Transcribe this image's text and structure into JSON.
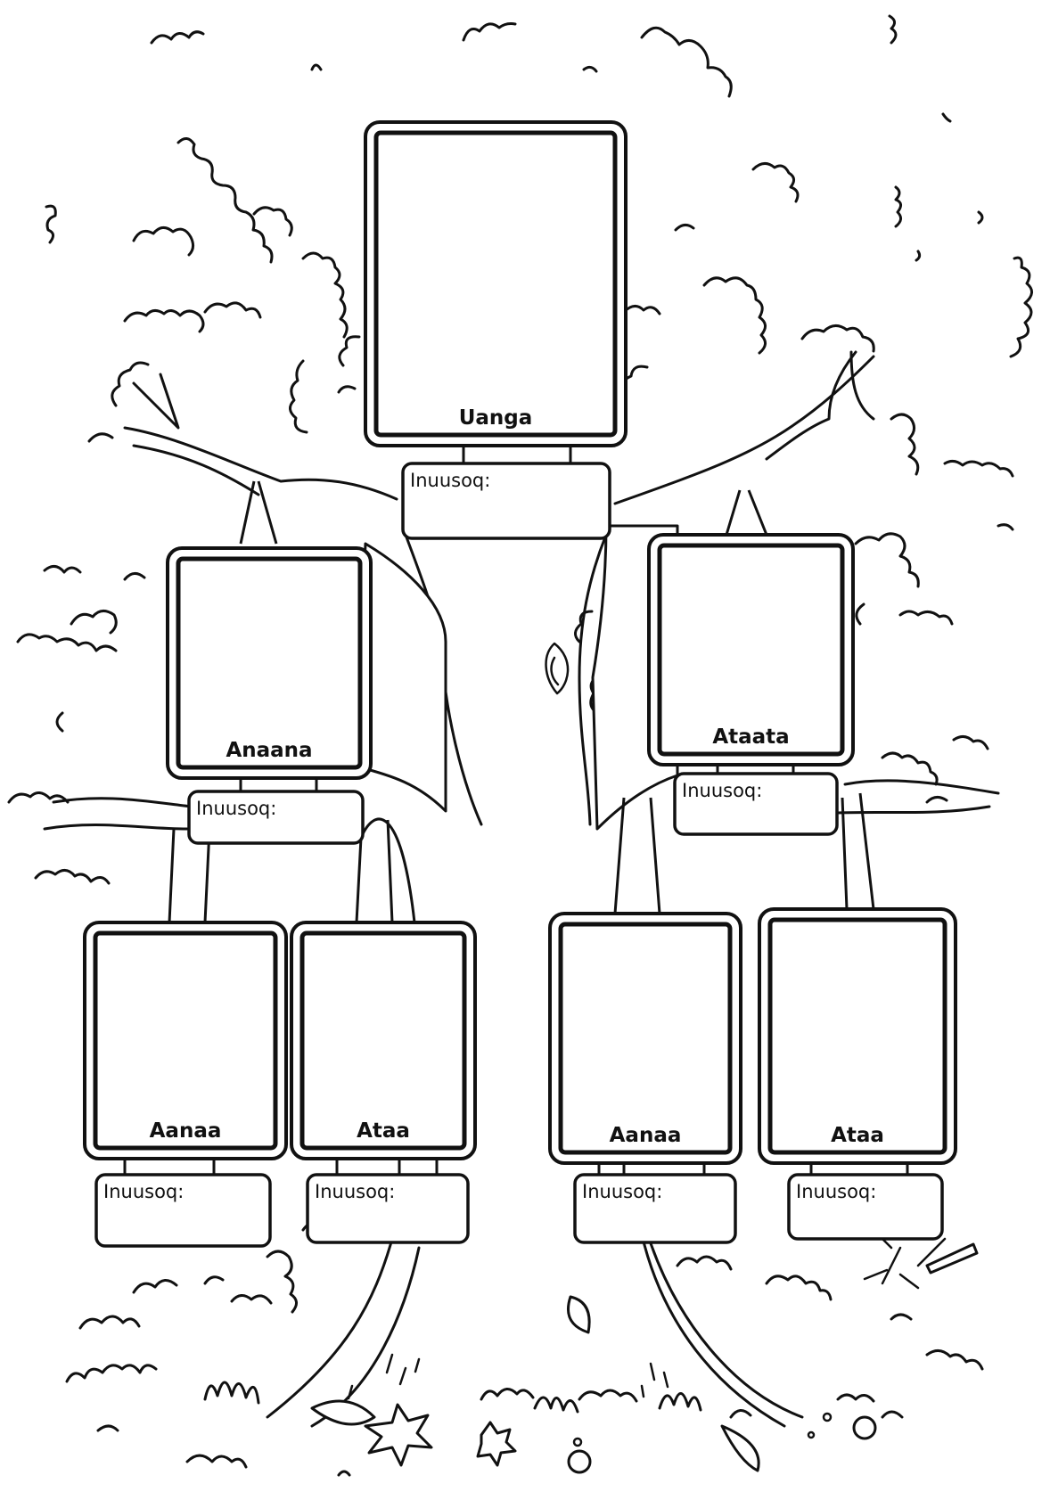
{
  "frames": [
    {
      "id": "child",
      "name": "Uanga"
    },
    {
      "id": "mother",
      "name": "Anaana"
    },
    {
      "id": "father",
      "name": "Ataata"
    },
    {
      "id": "maternal-grandmother",
      "name": "Aanaa"
    },
    {
      "id": "maternal-grandfather",
      "name": "Ataa"
    },
    {
      "id": "paternal-grandmother",
      "name": "Aanaa"
    },
    {
      "id": "paternal-grandfather",
      "name": "Ataa"
    }
  ],
  "tag_label": "Inuusoq:"
}
